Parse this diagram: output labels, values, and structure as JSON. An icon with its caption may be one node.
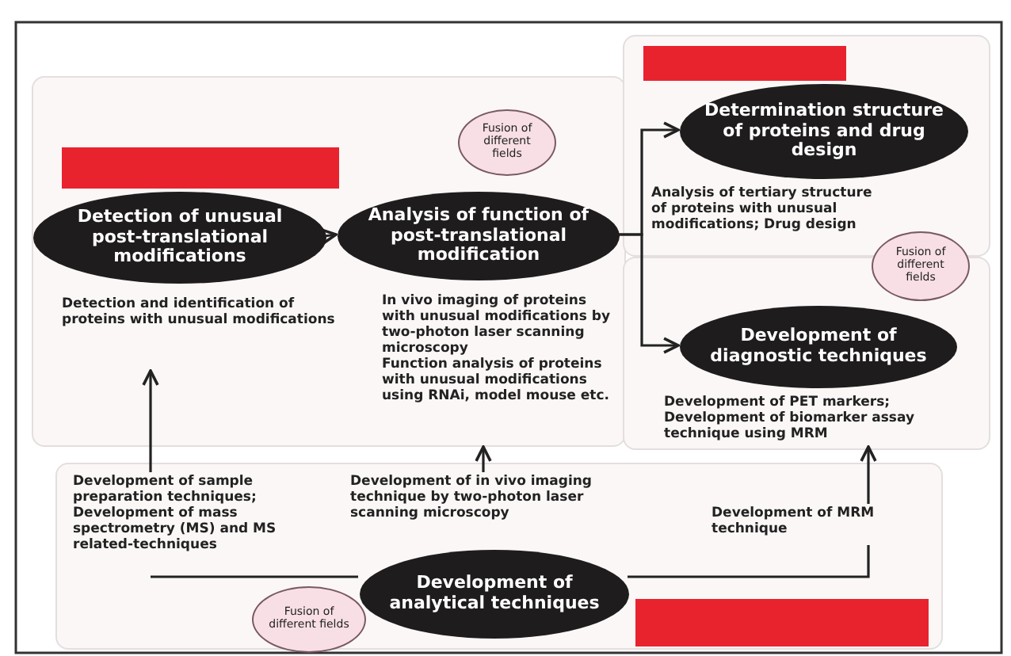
{
  "diagram": {
    "nodes": [
      {
        "text": [],
        "shape": "box"
      },
      {
        "text": [],
        "shape": "box",
        "in": 0
      },
      {
        "text": [
          "Fusion of different fields"
        ],
        "in": 0
      },
      {
        "text": [
          "Detection of unusual post-translational modifications"
        ],
        "in": 0
      },
      {
        "text": [
          "Analysis of function of post-translational modification"
        ],
        "in": 0
      },
      {
        "text": [
          "Detection and identification of proteins with unusual modifications"
        ],
        "in": 0
      },
      {
        "text": [
          "In vivo imaging of proteins with unusual modifications by two-photon laser scanning microscopy",
          "Function analysis of proteins with unusual modifications using RNAi, model mouse etc."
        ],
        "in": 0
      },
      {
        "text": [],
        "shape": "box"
      },
      {
        "text": [],
        "shape": "box",
        "in": 7
      },
      {
        "text": [
          "Determination structure of proteins and drug design"
        ],
        "in": 7
      },
      {
        "text": [
          "Analysis of tertiary structure of proteins with unusual modifications; Drug design"
        ],
        "in": 7
      },
      {
        "text": [],
        "shape": "box"
      },
      {
        "text": [
          "Fusion of different fields"
        ]
      },
      {
        "text": [
          "Development of diagnostic techniques"
        ],
        "in": 11
      },
      {
        "text": [
          "Development of PET markers; Development of biomarker assay technique using MRM"
        ],
        "in": 11
      },
      {
        "text": [],
        "shape": "box"
      },
      {
        "text": [
          "Development of sample preparation techniques; Development of mass spectrometry (MS) and MS related-techniques"
        ],
        "in": 15
      },
      {
        "text": [
          "Development of in vivo imaging technique by two-photon laser scanning microscopy"
        ],
        "in": 15
      },
      {
        "text": [
          "Development of MRM technique"
        ],
        "in": 15
      },
      {
        "text": [
          "Fusion of different fields"
        ],
        "in": 15
      },
      {
        "text": [
          "Development of analytical techniques"
        ],
        "in": 15
      },
      {
        "text": [],
        "shape": "box",
        "in": 15
      }
    ],
    "edges": [
      {
        "from": 3,
        "to": 4,
        "arrow": "to"
      },
      {
        "from": 4,
        "to": 9,
        "arrow": "to"
      },
      {
        "from": 4,
        "to": 13,
        "arrow": "to"
      },
      {
        "from": 20,
        "to": 16,
        "arrow": "none"
      },
      {
        "from": 20,
        "to": 18,
        "arrow": "none"
      },
      {
        "from": 16,
        "to": 5,
        "arrow": "to"
      },
      {
        "from": 17,
        "to": 6,
        "arrow": "to"
      },
      {
        "from": 18,
        "to": 14,
        "arrow": "to"
      }
    ]
  }
}
